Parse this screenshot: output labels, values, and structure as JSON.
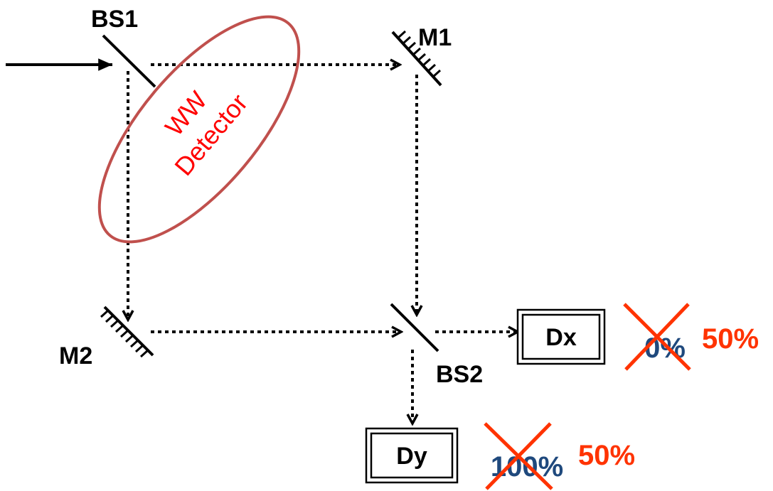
{
  "labels": {
    "bs1": "BS1",
    "bs2": "BS2",
    "m1": "M1",
    "m2": "M2",
    "detector_x": "Dx",
    "detector_y": "Dy"
  },
  "which_way_detector": {
    "line1": "WW",
    "line2": "Detector"
  },
  "outcomes": {
    "dx_old": "0%",
    "dx_new": "50%",
    "dy_old": "100%",
    "dy_new": "50%"
  },
  "colors": {
    "beam": "#000000",
    "detector_ellipse": "#c0504d",
    "detector_text": "#ff0000",
    "old_percent": "#1f497d",
    "cross_out": "#ff3300",
    "new_percent": "#ff3300"
  }
}
